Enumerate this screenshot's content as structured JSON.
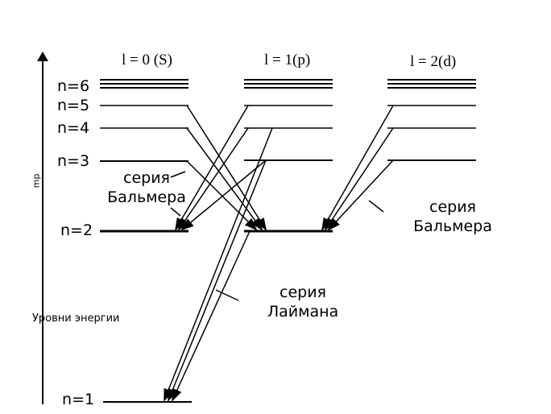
{
  "axis": {
    "label": "Уровни энергии",
    "unit": "mp"
  },
  "columns": [
    {
      "header": "l = 0 (S)"
    },
    {
      "header": "l = 1(p)"
    },
    {
      "header": "l = 2(d)"
    }
  ],
  "levels": [
    "n=6",
    "n=5",
    "n=4",
    "n=3",
    "n=2",
    "n=1"
  ],
  "series": {
    "balmer_left": {
      "line1": "серия",
      "line2": "Бальмера"
    },
    "balmer_right": {
      "line1": "серия",
      "line2": "Бальмера"
    },
    "lyman": {
      "line1": "серия",
      "line2": "Лаймана"
    }
  }
}
